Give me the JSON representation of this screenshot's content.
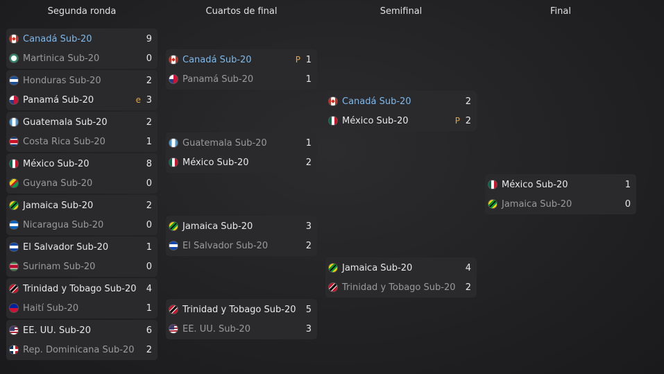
{
  "headers": [
    "Segunda ronda",
    "Cuartos de final",
    "Semifinal",
    "Final"
  ],
  "rounds": [
    {
      "matches": [
        {
          "teams": [
            {
              "name": "Canadá Sub-20",
              "flag": "can",
              "score": "9",
              "note": "",
              "style": "hl"
            },
            {
              "name": "Martinica Sub-20",
              "flag": "mtq",
              "score": "0",
              "note": "",
              "style": "lose"
            }
          ]
        },
        {
          "teams": [
            {
              "name": "Honduras Sub-20",
              "flag": "hon",
              "score": "2",
              "note": "",
              "style": "lose"
            },
            {
              "name": "Panamá Sub-20",
              "flag": "pan",
              "score": "3",
              "note": "e",
              "style": "win"
            }
          ]
        },
        {
          "teams": [
            {
              "name": "Guatemala Sub-20",
              "flag": "gua",
              "score": "2",
              "note": "",
              "style": "win"
            },
            {
              "name": "Costa Rica Sub-20",
              "flag": "crc",
              "score": "1",
              "note": "",
              "style": "lose"
            }
          ]
        },
        {
          "teams": [
            {
              "name": "México Sub-20",
              "flag": "mex",
              "score": "8",
              "note": "",
              "style": "win"
            },
            {
              "name": "Guyana Sub-20",
              "flag": "guy",
              "score": "0",
              "note": "",
              "style": "lose"
            }
          ]
        },
        {
          "teams": [
            {
              "name": "Jamaica Sub-20",
              "flag": "jam",
              "score": "2",
              "note": "",
              "style": "win"
            },
            {
              "name": "Nicaragua Sub-20",
              "flag": "nic",
              "score": "0",
              "note": "",
              "style": "lose"
            }
          ]
        },
        {
          "teams": [
            {
              "name": "El Salvador Sub-20",
              "flag": "slv",
              "score": "1",
              "note": "",
              "style": "win"
            },
            {
              "name": "Surinam Sub-20",
              "flag": "sur",
              "score": "0",
              "note": "",
              "style": "lose"
            }
          ]
        },
        {
          "teams": [
            {
              "name": "Trinidad y Tobago Sub-20",
              "flag": "tto",
              "score": "4",
              "note": "",
              "style": "win"
            },
            {
              "name": "Haití Sub-20",
              "flag": "hai",
              "score": "1",
              "note": "",
              "style": "lose"
            }
          ]
        },
        {
          "teams": [
            {
              "name": "EE. UU. Sub-20",
              "flag": "usa",
              "score": "6",
              "note": "",
              "style": "win"
            },
            {
              "name": "Rep. Dominicana Sub-20",
              "flag": "dom",
              "score": "2",
              "note": "",
              "style": "lose"
            }
          ]
        }
      ]
    },
    {
      "matches": [
        {
          "teams": [
            {
              "name": "Canadá Sub-20",
              "flag": "can",
              "score": "1",
              "note": "P",
              "style": "hl"
            },
            {
              "name": "Panamá Sub-20",
              "flag": "pan",
              "score": "1",
              "note": "",
              "style": "lose"
            }
          ]
        },
        {
          "teams": [
            {
              "name": "Guatemala Sub-20",
              "flag": "gua",
              "score": "1",
              "note": "",
              "style": "lose"
            },
            {
              "name": "México Sub-20",
              "flag": "mex",
              "score": "2",
              "note": "",
              "style": "win"
            }
          ]
        },
        {
          "teams": [
            {
              "name": "Jamaica Sub-20",
              "flag": "jam",
              "score": "3",
              "note": "",
              "style": "win"
            },
            {
              "name": "El Salvador Sub-20",
              "flag": "slv",
              "score": "2",
              "note": "",
              "style": "lose"
            }
          ]
        },
        {
          "teams": [
            {
              "name": "Trinidad y Tobago Sub-20",
              "flag": "tto",
              "score": "5",
              "note": "",
              "style": "win"
            },
            {
              "name": "EE. UU. Sub-20",
              "flag": "usa",
              "score": "3",
              "note": "",
              "style": "lose"
            }
          ]
        }
      ]
    },
    {
      "matches": [
        {
          "teams": [
            {
              "name": "Canadá Sub-20",
              "flag": "can",
              "score": "2",
              "note": "",
              "style": "hl"
            },
            {
              "name": "México Sub-20",
              "flag": "mex",
              "score": "2",
              "note": "P",
              "style": "win"
            }
          ]
        },
        {
          "teams": [
            {
              "name": "Jamaica Sub-20",
              "flag": "jam",
              "score": "4",
              "note": "",
              "style": "win"
            },
            {
              "name": "Trinidad y Tobago Sub-20",
              "flag": "tto",
              "score": "2",
              "note": "",
              "style": "lose"
            }
          ]
        }
      ]
    },
    {
      "matches": [
        {
          "teams": [
            {
              "name": "México Sub-20",
              "flag": "mex",
              "score": "1",
              "note": "",
              "style": "win"
            },
            {
              "name": "Jamaica Sub-20",
              "flag": "jam",
              "score": "0",
              "note": "",
              "style": "lose"
            }
          ]
        }
      ]
    }
  ]
}
